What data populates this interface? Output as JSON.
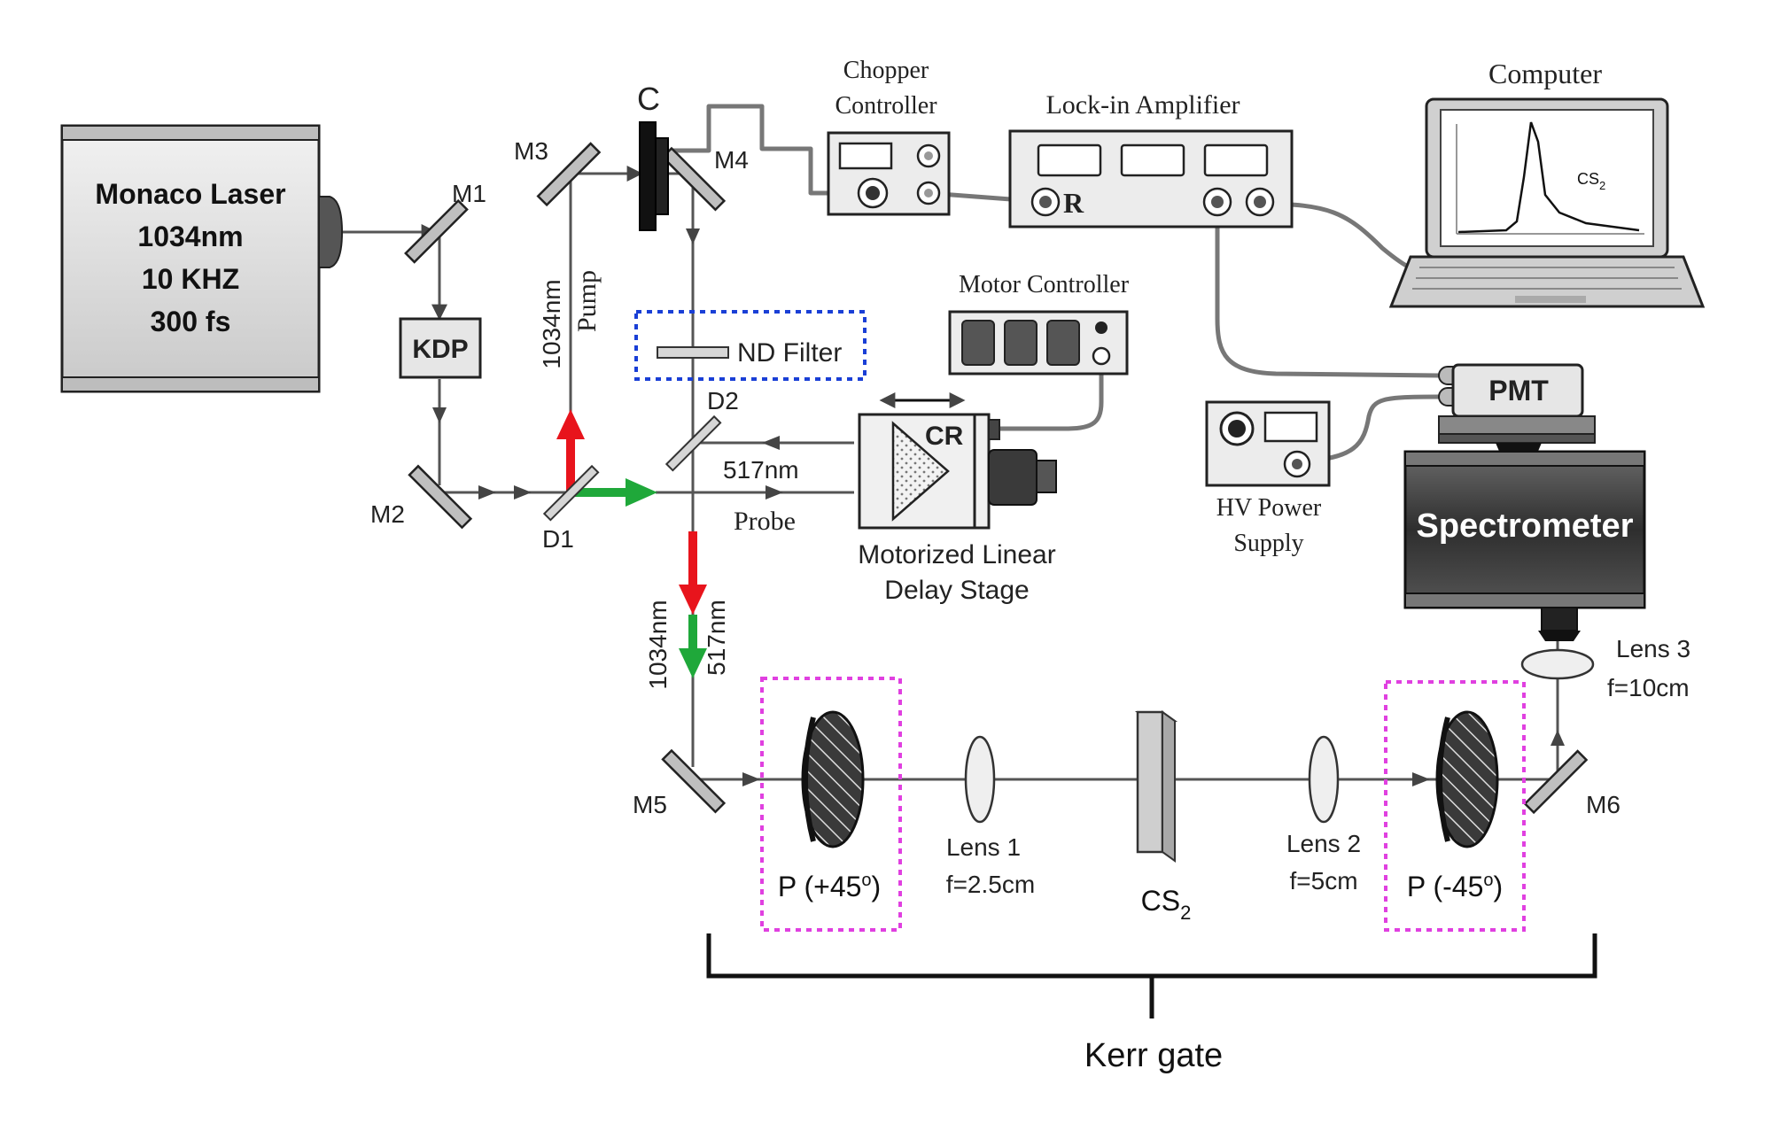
{
  "laser": {
    "line1": "Monaco Laser",
    "line2": "1034nm",
    "line3": "10 KHZ",
    "line4": "300 fs"
  },
  "crystal": {
    "label": "KDP"
  },
  "mirrors": {
    "m1": "M1",
    "m2": "M2",
    "m3": "M3",
    "m4": "M4",
    "m5": "M5",
    "m6": "M6"
  },
  "dichroics": {
    "d1": "D1",
    "d2": "D2"
  },
  "chopper": {
    "label": "C",
    "controller_line1": "Chopper",
    "controller_line2": "Controller"
  },
  "lockin": {
    "label": "Lock-in Amplifier",
    "ref_label": "R"
  },
  "computer": {
    "label": "Computer",
    "trace_label": "CS",
    "trace_sub": "2"
  },
  "motor_controller": {
    "label": "Motor Controller"
  },
  "nd_filter": {
    "label": "ND Filter"
  },
  "delay_stage": {
    "cr_label": "CR",
    "line1": "Motorized Linear",
    "line2": "Delay Stage"
  },
  "beams": {
    "pump_wavelength": "1034nm",
    "pump_label": "Pump",
    "probe_wavelength": "517nm",
    "probe_label": "Probe",
    "combined_pump": "1034nm",
    "combined_probe": "517nm"
  },
  "pmt": {
    "label": "PMT"
  },
  "hv": {
    "line1": "HV Power",
    "line2": "Supply"
  },
  "spectrometer": {
    "label": "Spectrometer"
  },
  "lens3": {
    "line1": "Lens 3",
    "line2": "f=10cm"
  },
  "polarizer1": {
    "label_prefix": "P (+45",
    "label_degree": "o",
    "label_suffix": ")"
  },
  "polarizer2": {
    "label_prefix": "P (-45",
    "label_degree": "o",
    "label_suffix": ")"
  },
  "lens1": {
    "line1": "Lens 1",
    "line2": "f=2.5cm"
  },
  "lens2": {
    "line1": "Lens 2",
    "line2": "f=5cm"
  },
  "sample": {
    "label": "CS",
    "sub": "2"
  },
  "kerr_gate": {
    "label": "Kerr gate"
  },
  "colors": {
    "pump_arrow": "#e8141c",
    "probe_arrow": "#1fa83a",
    "nd_box": "#1a3fd6",
    "polarizer_box": "#e040e0",
    "spectrometer_body": "#3a3a3a"
  }
}
